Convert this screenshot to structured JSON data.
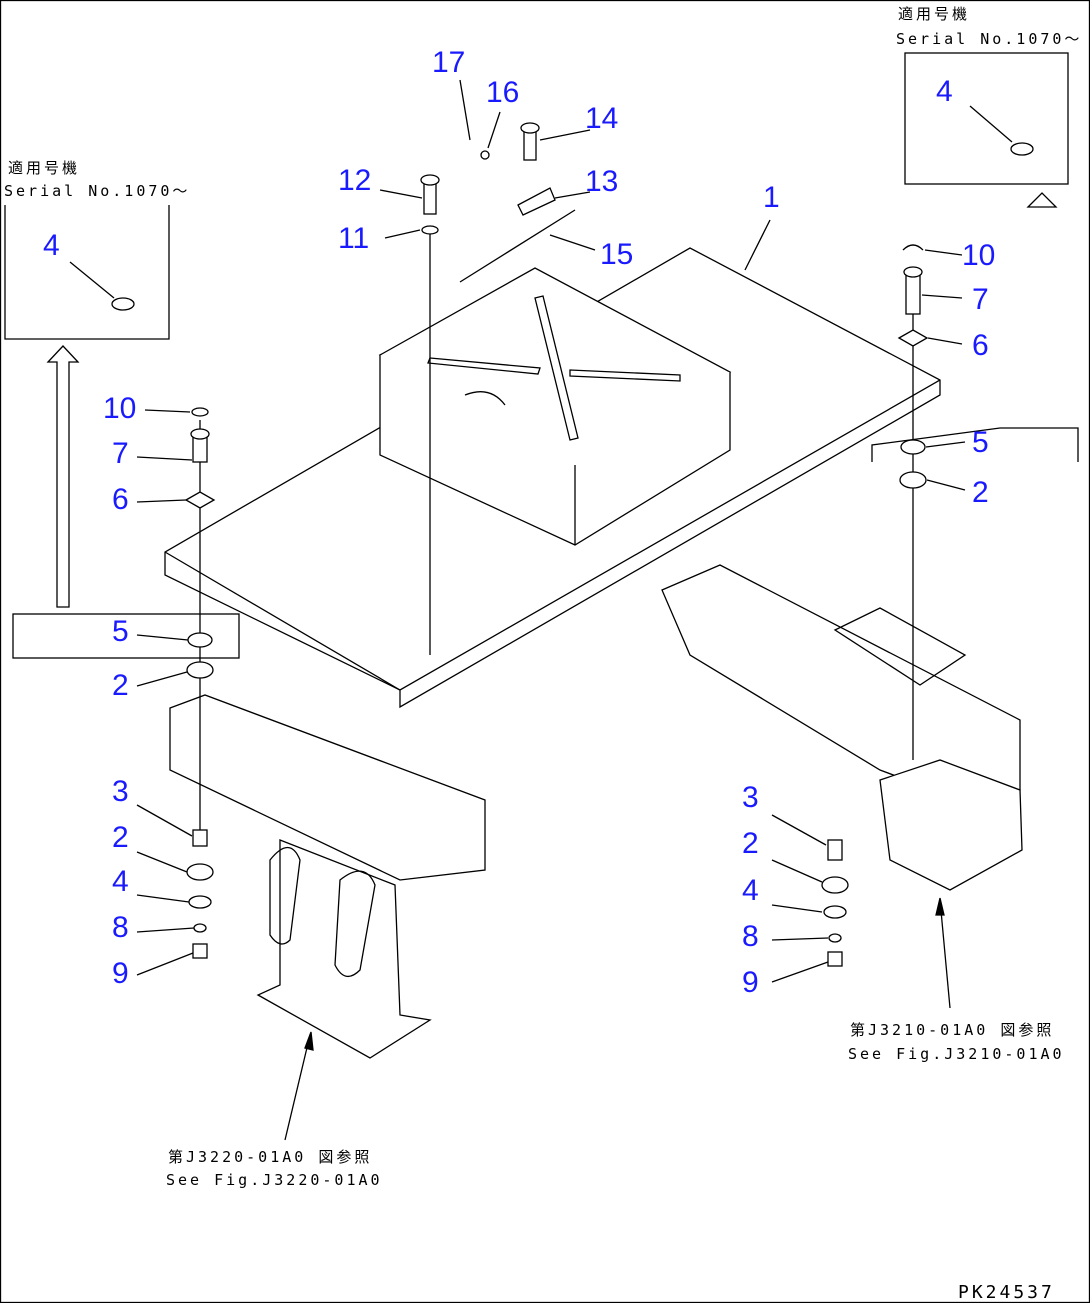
{
  "diagram_id": "PK24537",
  "inset_right": {
    "title": "適用号機",
    "serial": "Serial No.1070～",
    "part": "4"
  },
  "inset_left": {
    "title": "適用号機",
    "serial": "Serial No.1070～",
    "part": "4"
  },
  "ref_right": {
    "jp": "第J3210-01A0 図参照",
    "en": "See Fig.J3210-01A0"
  },
  "ref_left": {
    "jp": "第J3220-01A0 図参照",
    "en": "See Fig.J3220-01A0"
  },
  "callouts": {
    "p1": "1",
    "p17": "17",
    "p16": "16",
    "p14": "14",
    "p13": "13",
    "p12": "12",
    "p11": "11",
    "p15": "15",
    "r10": "10",
    "r7": "7",
    "r6": "6",
    "r5": "5",
    "r2": "2",
    "r3": "3",
    "r2b": "2",
    "r4": "4",
    "r8": "8",
    "r9": "9",
    "l10": "10",
    "l7": "7",
    "l6": "6",
    "l5": "5",
    "l2": "2",
    "l3": "3",
    "l2b": "2",
    "l4": "4",
    "l8": "8",
    "l9": "9"
  },
  "colors": {
    "callout": "#1a1aff",
    "line": "#000000"
  }
}
